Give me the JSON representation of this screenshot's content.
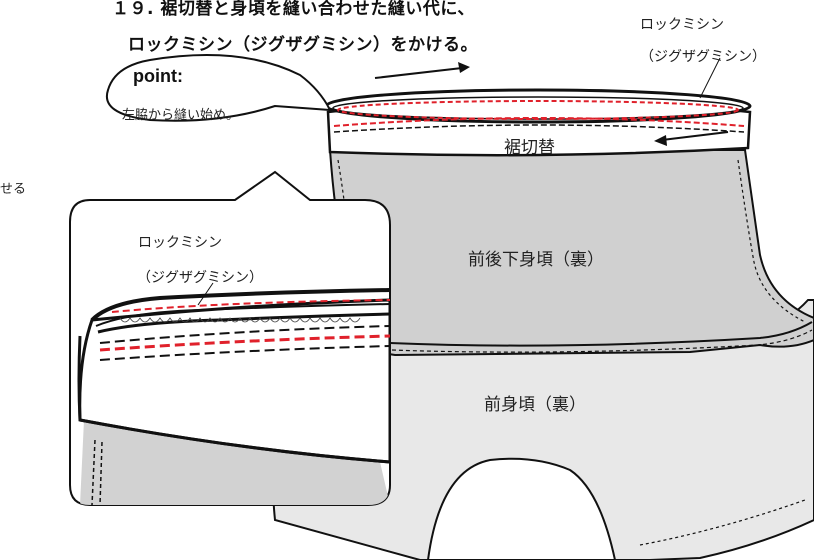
{
  "step_title_line1": "１９. 裾切替と身頃を縫い合わせた縫い代に、",
  "step_title_line2": "ロックミシン（ジグザグミシン）をかける。",
  "point_label": "point:",
  "point_text": "左脇から縫い始め。",
  "lock_label_top": "ロックミシン",
  "zigzag_label_top": "（ジグザグミシン）",
  "hem_panel_label": "裾切替",
  "back_body_label": "前後下身頃（裏）",
  "front_body_label": "前身頃（裏）",
  "lock_label_zoom": "ロックミシン",
  "zigzag_label_zoom": "（ジグザグミシン）",
  "left_cut_text": "せる",
  "colors": {
    "stitch_red": "#e0212b",
    "stitch_black": "#111111",
    "fabric_gray": "#d2d2d2",
    "fabric_light": "#e6e6e6"
  }
}
